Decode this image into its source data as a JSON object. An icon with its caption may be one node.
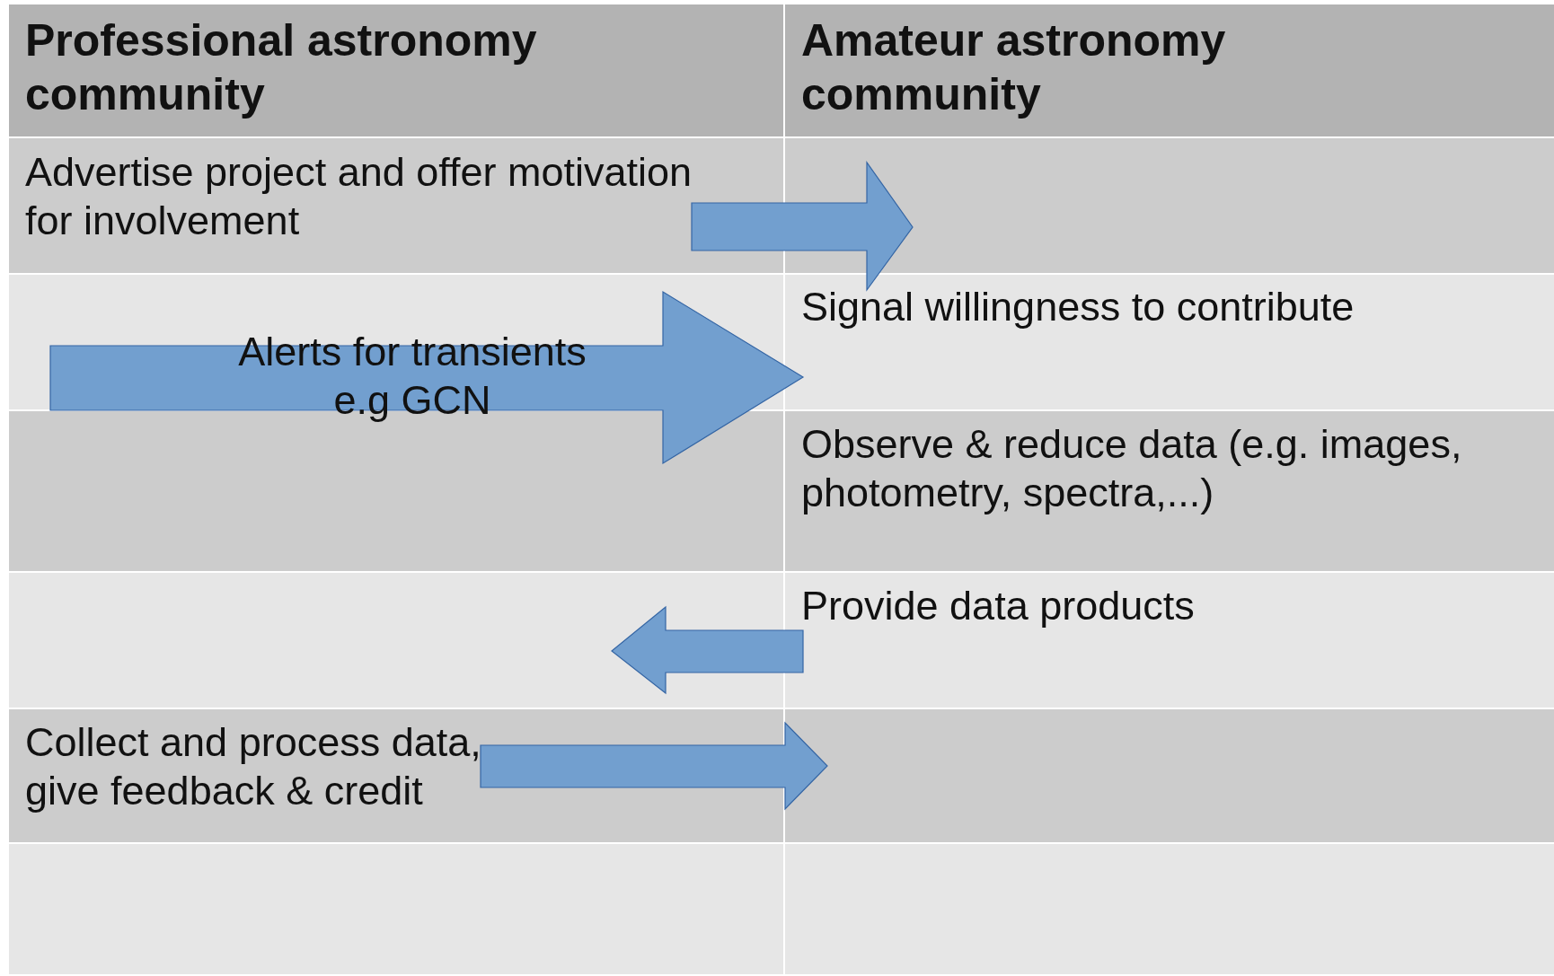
{
  "diagram": {
    "nodes": [
      {
        "text": [
          "Professional astronomy community"
        ]
      },
      {
        "text": [
          "Amateur astronomy community"
        ]
      },
      {
        "text": [
          "Advertise project and offer motivation for involvement"
        ]
      },
      {
        "text": [
          "Signal willingness to contribute"
        ]
      },
      {
        "text": [
          "Observe & reduce data (e.g. images, photometry, spectra,...)"
        ]
      },
      {
        "text": [
          "Provide data products"
        ]
      },
      {
        "text": [
          "Collect and process data, give feedback & credit"
        ]
      }
    ],
    "edges": [
      {
        "from": 2,
        "to": null,
        "arrow": "to"
      },
      {
        "from": null,
        "to": 3,
        "arrow": "to",
        "label": "Alerts for transients e.g GCN"
      },
      {
        "from": 5,
        "to": null,
        "arrow": "to"
      },
      {
        "from": 6,
        "to": null,
        "arrow": "to"
      }
    ]
  }
}
